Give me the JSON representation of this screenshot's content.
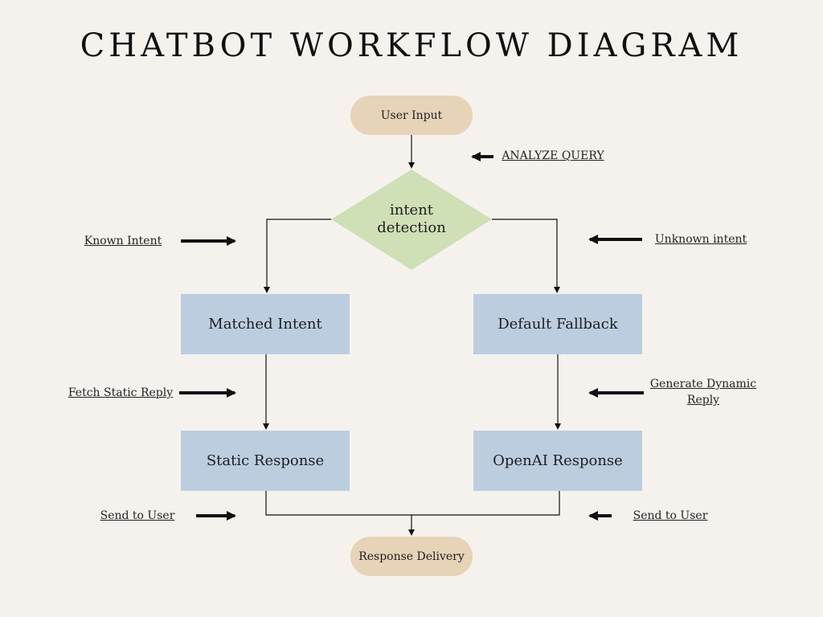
{
  "title": "CHATBOT WORKFLOW DIAGRAM",
  "colors": {
    "background": "#f5f2ee",
    "terminal": "#e6d3b8",
    "decision": "#cfdfb6",
    "process": "#bccde0"
  },
  "nodes": {
    "start": "User Input",
    "decision": "intent\ndetection",
    "matched": "Matched Intent",
    "fallback": "Default Fallback",
    "static": "Static Response",
    "openai": "OpenAI Response",
    "end": "Response Delivery"
  },
  "labels": {
    "analyze": "ANALYZE QUERY",
    "known": "Known Intent",
    "unknown": "Unknown intent",
    "fetch": "Fetch Static Reply",
    "generate": "Generate Dynamic Reply",
    "send_left": "Send to User",
    "send_right": "Send to User"
  }
}
